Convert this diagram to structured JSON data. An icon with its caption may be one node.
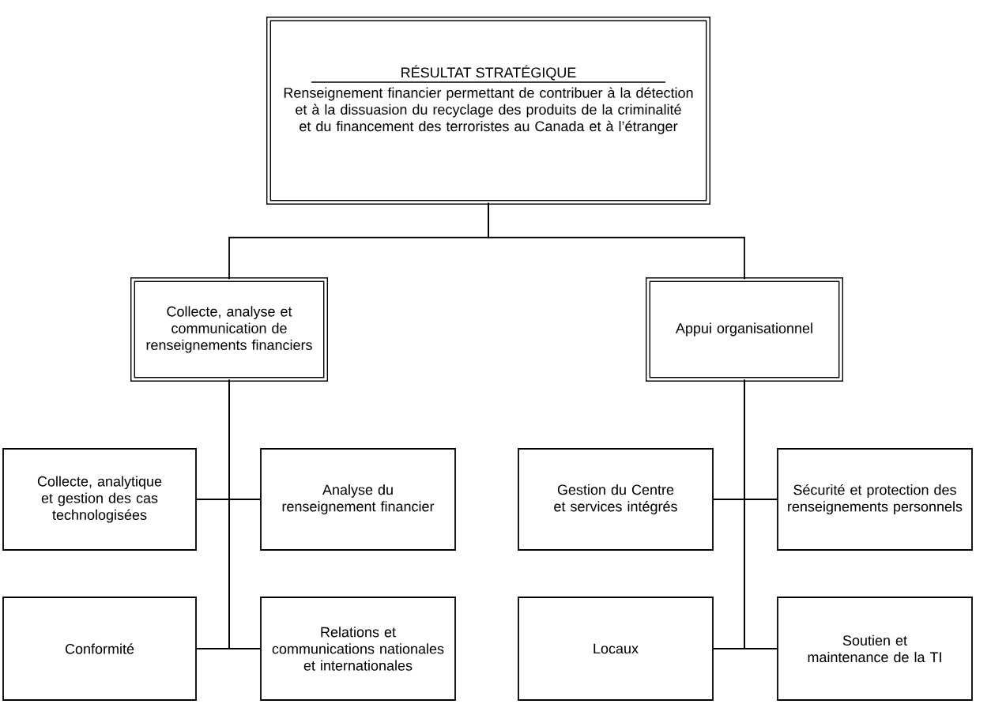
{
  "diagram": {
    "nodes": [
      {
        "text": [
          "RÉSULTAT STRATÉGIQUE",
          "Renseignement financier permettant de contribuer à la détection et à la dissuasion du recyclage des produits de la criminalité et du financement des terroristes au Canada et à l’étranger"
        ]
      },
      {
        "text": [
          "Collecte, analyse et communication de renseignements financiers"
        ]
      },
      {
        "text": [
          "Appui organisationnel"
        ]
      },
      {
        "text": [
          "Collecte, analytique et gestion des cas technologisées"
        ]
      },
      {
        "text": [
          "Analyse du renseignement financier"
        ]
      },
      {
        "text": [
          "Conformité"
        ]
      },
      {
        "text": [
          "Relations et communications nationales et internationales"
        ]
      },
      {
        "text": [
          "Gestion du Centre et services intégrés"
        ]
      },
      {
        "text": [
          "Sécurité et protection des renseignements personnels"
        ]
      },
      {
        "text": [
          "Locaux"
        ]
      },
      {
        "text": [
          "Soutien et maintenance de la TI"
        ]
      }
    ],
    "edges": [
      {
        "from": 0,
        "to": 1,
        "arrow": "none"
      },
      {
        "from": 0,
        "to": 2,
        "arrow": "none"
      },
      {
        "from": 1,
        "to": 3,
        "arrow": "none"
      },
      {
        "from": 1,
        "to": 4,
        "arrow": "none"
      },
      {
        "from": 1,
        "to": 5,
        "arrow": "none"
      },
      {
        "from": 1,
        "to": 6,
        "arrow": "none"
      },
      {
        "from": 2,
        "to": 7,
        "arrow": "none"
      },
      {
        "from": 2,
        "to": 8,
        "arrow": "none"
      },
      {
        "from": 2,
        "to": 9,
        "arrow": "none"
      },
      {
        "from": 2,
        "to": 10,
        "arrow": "none"
      }
    ]
  }
}
